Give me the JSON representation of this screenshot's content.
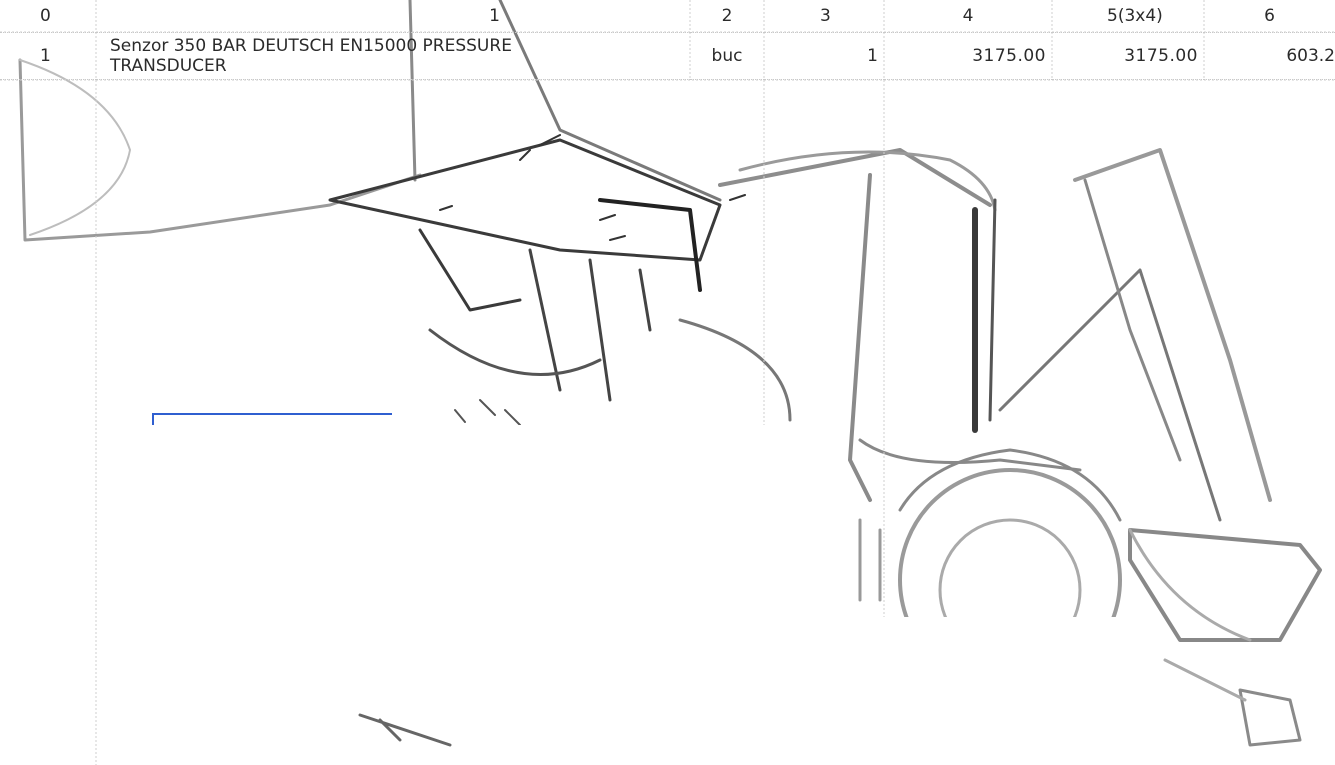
{
  "table": {
    "header": [
      "0",
      "1",
      "2",
      "3",
      "4",
      "5(3x4)",
      "6"
    ],
    "rows": [
      {
        "nr": "1",
        "description_line1": "Senzor 350 BAR DEUTSCH EN15000 PRESSURE",
        "description_line2": "TRANSDUCER",
        "unit": "buc",
        "quantity": "1",
        "unit_price": "3175.00",
        "value": "3175.00",
        "vat": "603.2"
      }
    ]
  },
  "watermark": {
    "icon": "backhoe-loader-icon"
  }
}
